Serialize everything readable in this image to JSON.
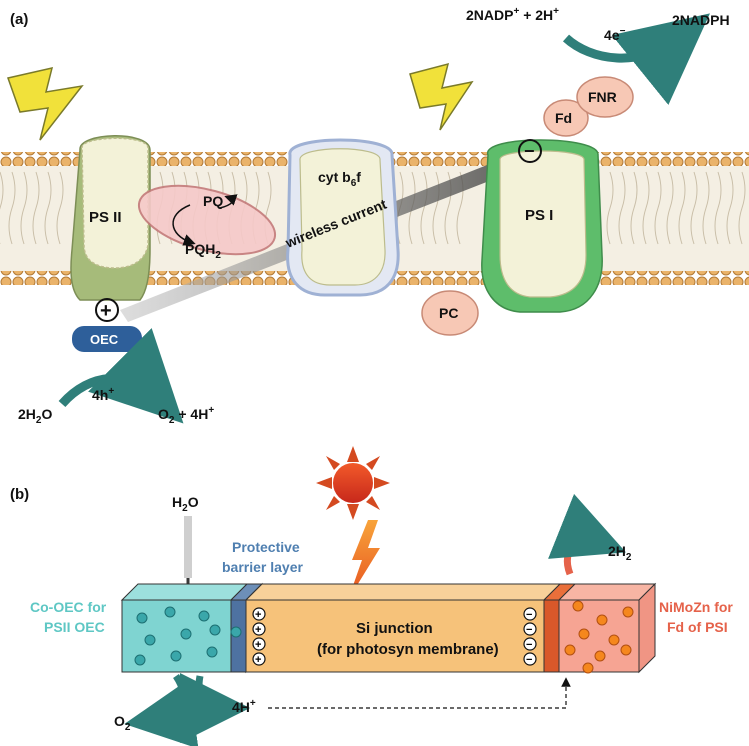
{
  "panel_a": {
    "label": "(a)",
    "psii": "PS II",
    "psi": "PS I",
    "cyt": "cyt b",
    "cyt_sub": "6",
    "cyt_end": "f",
    "pq": "PQ",
    "pqh2": "PQH",
    "pqh2_sub": "2",
    "wireless": "wireless current",
    "fd": "Fd",
    "fnr": "FNR",
    "pc": "PC",
    "oec": "OEC",
    "nadp_left": "2NADP",
    "nadp_sup": "+",
    "nadp_right": " + 2H",
    "nadp_right_sup": "+",
    "nadph": "2NADPH",
    "electrons": "4e",
    "electrons_sup": "−",
    "water_left": "2H",
    "water_sub": "2",
    "water_right": "O",
    "holes": "4h",
    "holes_sup": "+",
    "oxygen_left": "O",
    "oxygen_sub": "2",
    "oxygen_right": " + 4H",
    "oxygen_sup": "+",
    "plus_symbol": "+",
    "minus_symbol": "−"
  },
  "panel_b": {
    "label": "(b)",
    "water_h": "H",
    "water_sub": "2",
    "water_o": "O",
    "barrier_line1": "Protective",
    "barrier_line2": "barrier layer",
    "co_oec_line1": "Co-OEC for",
    "co_oec_line2": "PSII OEC",
    "si_line1": "Si junction",
    "si_line2": "(for photosyn membrane)",
    "h2_left": "2H",
    "h2_sub": "2",
    "nimozn_line1": "NiMoZn for",
    "nimozn_line2": "Fd of PSI",
    "protons": "4H",
    "protons_sup": "+",
    "o2_left": "O",
    "o2_sub": "2",
    "plus_symbol": "+",
    "minus_symbol": "−"
  },
  "colors": {
    "teal_arrow": "#2f7f7a",
    "co_oec_text": "#5ec7c4",
    "barrier_text": "#4f7fb0",
    "nimozn_text": "#e5624a",
    "si_block": "#f6c27a",
    "lightning": "#f1e13a",
    "psi_green": "#5ebd6b",
    "oec_blue": "#2e5f9a",
    "peach": "#f7c8b5"
  }
}
